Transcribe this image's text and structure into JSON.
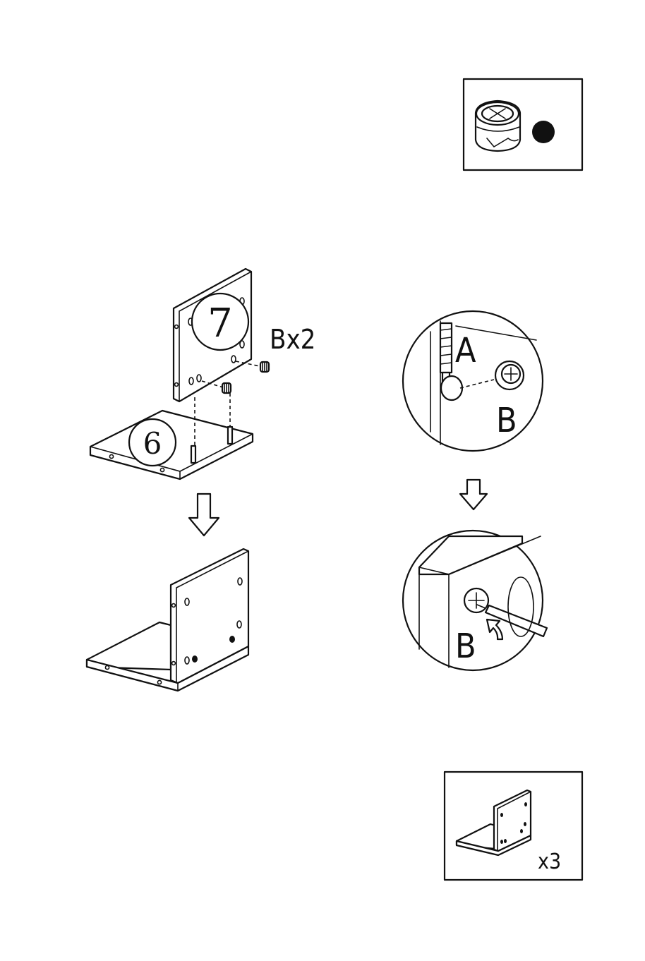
{
  "parts": {
    "panel_top": "7",
    "panel_bottom": "6"
  },
  "hardware": {
    "quantity_label": "Bx2",
    "label_a": "A",
    "label_b": "B"
  },
  "result": {
    "quantity_label": "x3"
  },
  "colors": {
    "line": "#111111",
    "background": "#ffffff"
  },
  "icons": {
    "top_box": [
      "cam-lock-icon",
      "filled-dot-icon"
    ],
    "bottom_box": [
      "assembled-unit-icon"
    ],
    "arrows": [
      "down-arrow-icon"
    ],
    "detail": [
      "screwdriver-icon",
      "rotate-arrow-icon"
    ]
  }
}
